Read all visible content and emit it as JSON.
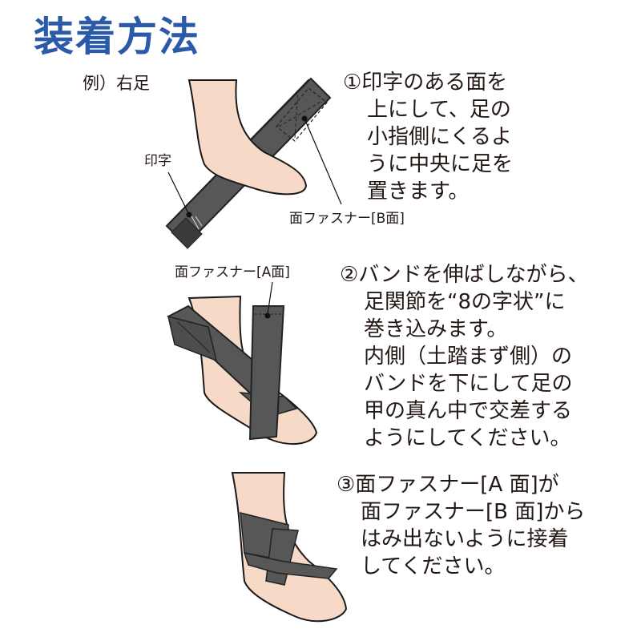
{
  "title": "装着方法",
  "example_label": "例）右足",
  "colors": {
    "title": "#2b5ba8",
    "text": "#231815",
    "skin": "#f6d9c6",
    "band": "#5a5a5a",
    "band_dark": "#444444",
    "outline": "#1a1a1a"
  },
  "steps": [
    {
      "number": "①",
      "lines": [
        "①印字のある面を",
        "上にして、足の",
        "小指側にくるよ",
        "うに中央に足を",
        "置きます。"
      ],
      "callouts": [
        {
          "label": "印字"
        },
        {
          "label": "面ファスナー[B面]"
        }
      ]
    },
    {
      "number": "②",
      "lines": [
        "②バンドを伸ばしながら、",
        "足関節を“8の字状”に",
        "巻き込みます。",
        "内側（土踏まず側）の",
        "バンドを下にして足の",
        "甲の真ん中で交差する",
        "ようにしてください。"
      ],
      "callouts": [
        {
          "label": "面ファスナー[A面]"
        }
      ]
    },
    {
      "number": "③",
      "lines": [
        "③面ファスナー[A 面]が",
        "面ファスナー[B 面]から",
        "はみ出ないように接着",
        "してください。"
      ],
      "callouts": []
    }
  ]
}
